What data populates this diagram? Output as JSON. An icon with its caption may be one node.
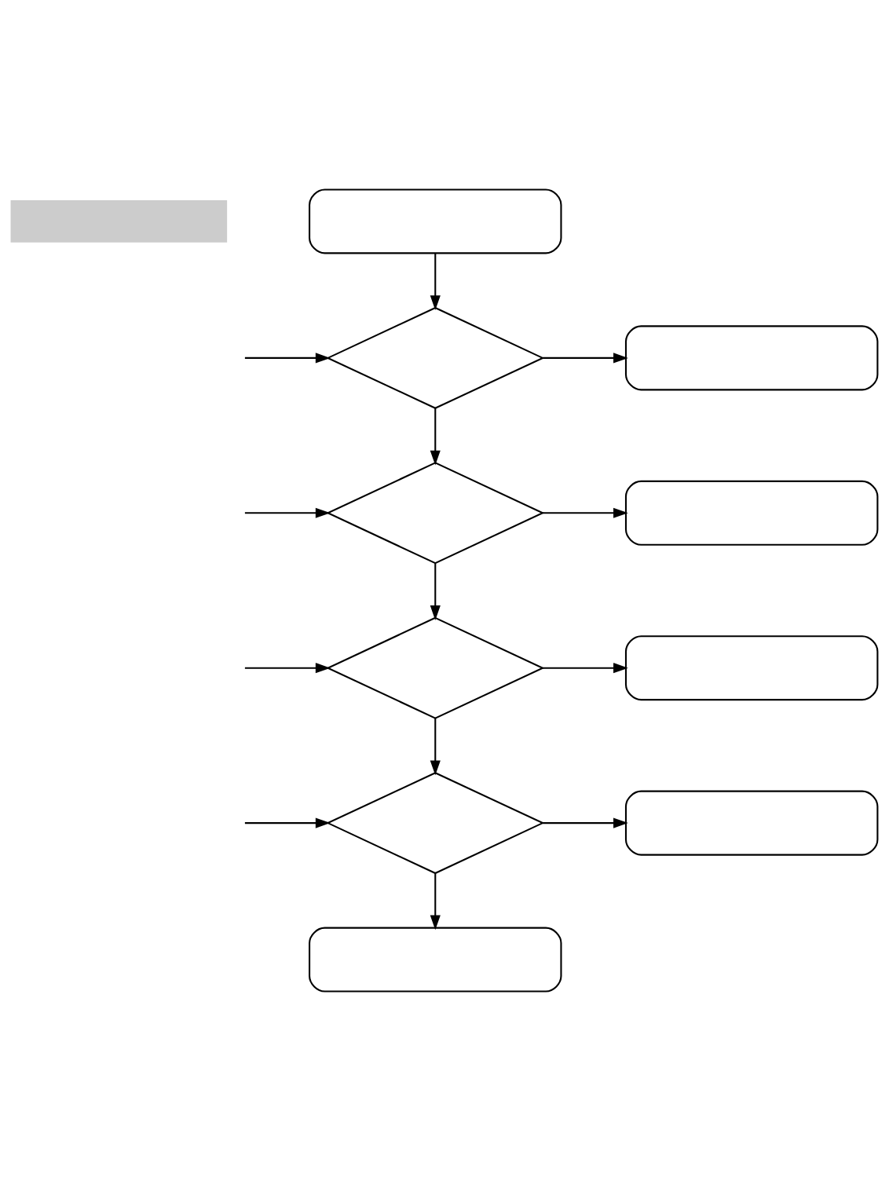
{
  "diagram": {
    "nodes": [
      {
        "text": [],
        "shape": "bar"
      },
      {
        "text": [],
        "shape": "box"
      },
      {
        "text": [],
        "shape": "diamond"
      },
      {
        "text": [],
        "shape": "box"
      },
      {
        "text": [],
        "shape": "diamond"
      },
      {
        "text": [],
        "shape": "box"
      },
      {
        "text": [],
        "shape": "diamond"
      },
      {
        "text": [],
        "shape": "box"
      },
      {
        "text": [],
        "shape": "diamond"
      },
      {
        "text": [],
        "shape": "box"
      },
      {
        "text": [],
        "shape": "box"
      }
    ],
    "edges": [
      {
        "from": 1,
        "to": 2,
        "arrow": "to"
      },
      {
        "from": null,
        "to": 2,
        "arrow": "to"
      },
      {
        "from": 2,
        "to": 3,
        "arrow": "to"
      },
      {
        "from": 2,
        "to": 4,
        "arrow": "to"
      },
      {
        "from": null,
        "to": 4,
        "arrow": "to"
      },
      {
        "from": 4,
        "to": 5,
        "arrow": "to"
      },
      {
        "from": 4,
        "to": 6,
        "arrow": "to"
      },
      {
        "from": null,
        "to": 6,
        "arrow": "to"
      },
      {
        "from": 6,
        "to": 7,
        "arrow": "to"
      },
      {
        "from": 6,
        "to": 8,
        "arrow": "to"
      },
      {
        "from": null,
        "to": 8,
        "arrow": "to"
      },
      {
        "from": 8,
        "to": 9,
        "arrow": "to"
      },
      {
        "from": 8,
        "to": 10,
        "arrow": "to"
      }
    ]
  }
}
